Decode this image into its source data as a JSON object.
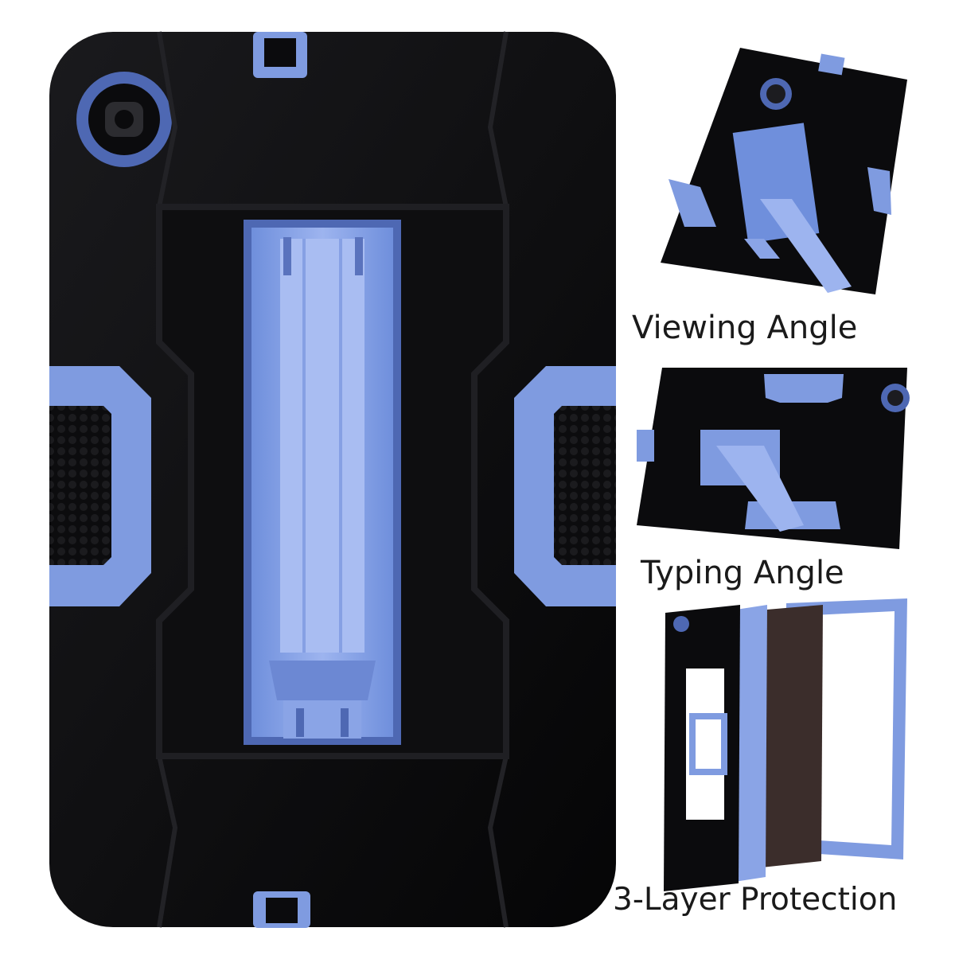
{
  "colors": {
    "case_black": "#0b0b0d",
    "accent_blue": "#7f9be0",
    "accent_blue_dark": "#4e68b3",
    "background": "#ffffff"
  },
  "captions": {
    "viewing": "Viewing Angle",
    "typing": "Typing Angle",
    "layers": "3-Layer Protection"
  }
}
